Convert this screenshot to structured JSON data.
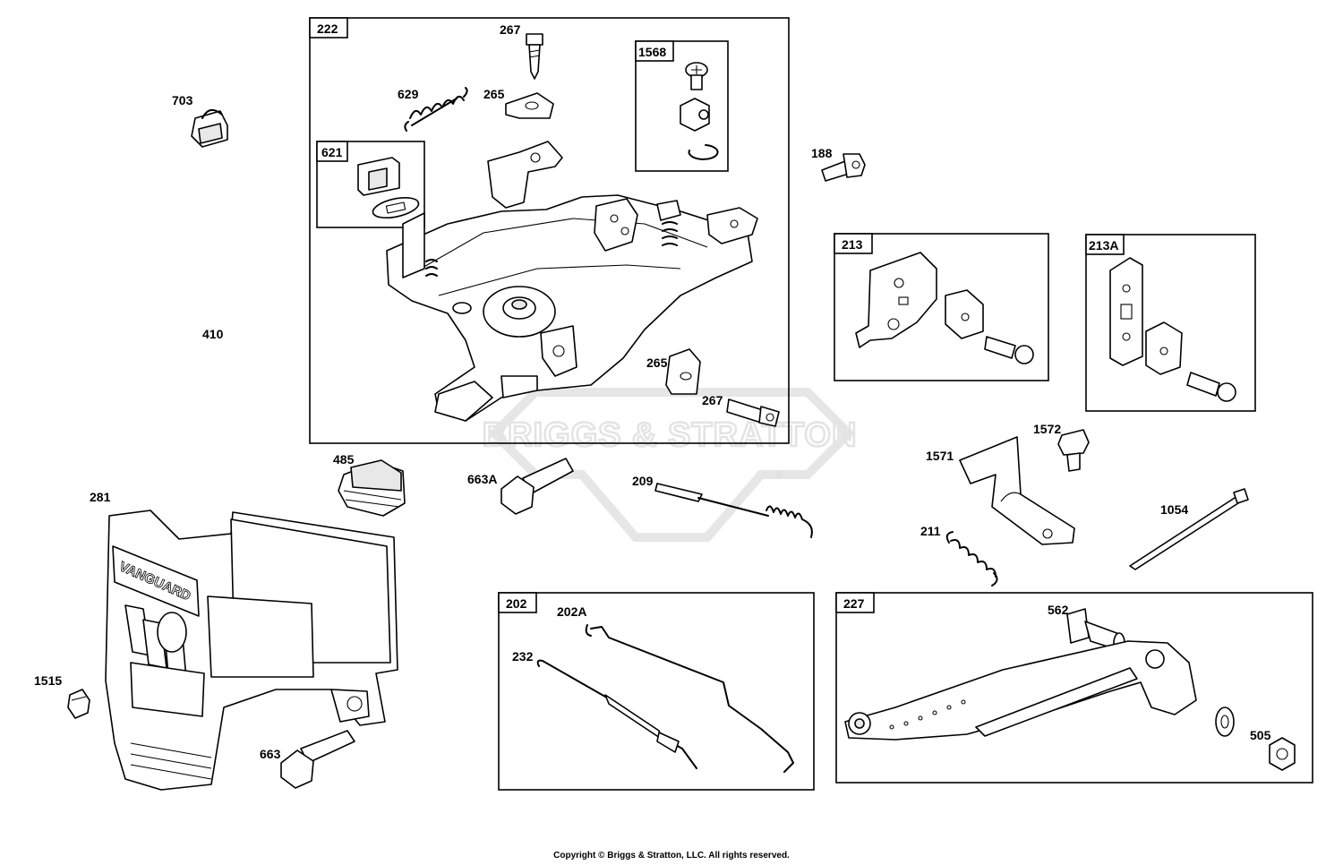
{
  "watermark": {
    "text": "BRIGGS & STRATTON",
    "mark": "®"
  },
  "boxes": {
    "b222": "222",
    "b1568": "1568",
    "b621": "621",
    "b213": "213",
    "b213A": "213A",
    "b202": "202",
    "b227": "227"
  },
  "labels": {
    "l267a": "267",
    "l629": "629",
    "l265a": "265",
    "l703": "703",
    "l188": "188",
    "l410": "410",
    "l265b": "265",
    "l267b": "267",
    "l485": "485",
    "l663A": "663A",
    "l209": "209",
    "l281": "281",
    "l1572": "1572",
    "l1571": "1571",
    "l1054": "1054",
    "l211": "211",
    "l202A": "202A",
    "l232": "232",
    "l562": "562",
    "l1515": "1515",
    "l663": "663",
    "l505": "505"
  },
  "footer": {
    "copyright": "Copyright © Briggs & Stratton, LLC. All rights reserved."
  }
}
